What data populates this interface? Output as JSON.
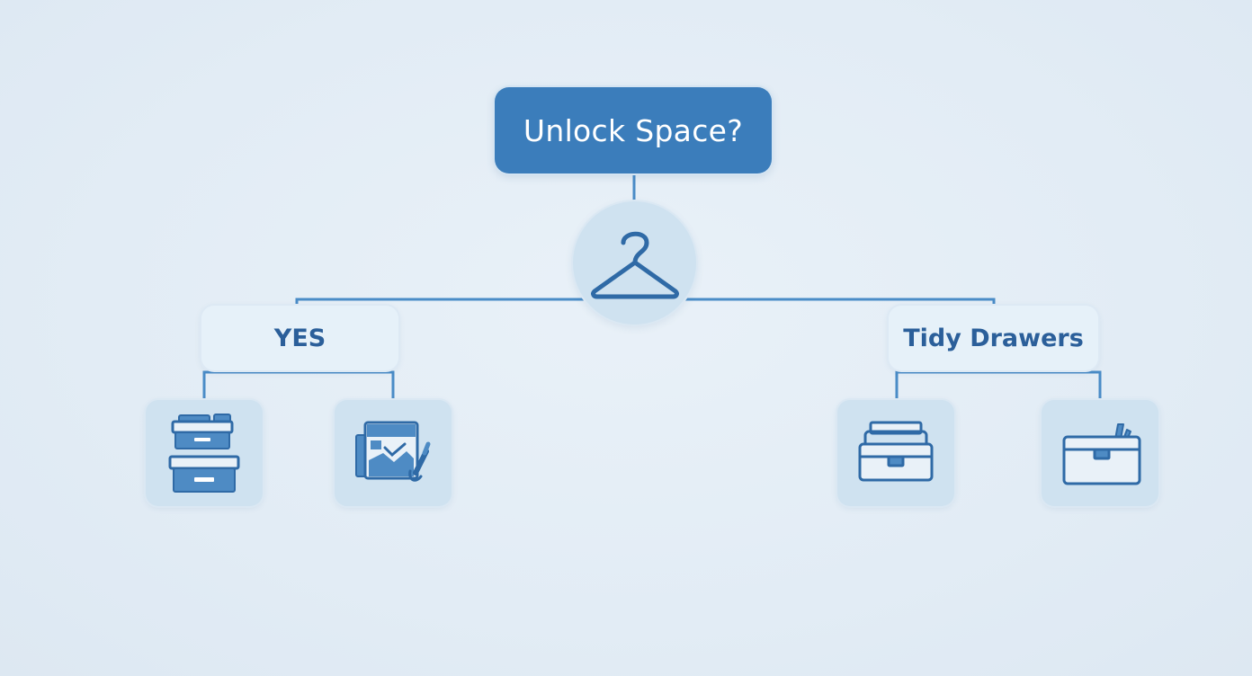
{
  "root": {
    "label": "Unlock Space?"
  },
  "hub": {
    "icon": "hanger-icon"
  },
  "branches": [
    {
      "label": "YES",
      "items": [
        {
          "icon": "stacked-storage-boxes-icon"
        },
        {
          "icon": "photo-frame-paintbrush-icon"
        }
      ]
    },
    {
      "label": "Tidy Drawers",
      "items": [
        {
          "icon": "open-drawer-icon"
        },
        {
          "icon": "drawer-organizer-icon"
        }
      ]
    }
  ],
  "colors": {
    "background": "#e2ecf5",
    "root_fill": "#3b7dbb",
    "connector": "#4a8cc7",
    "icon_dark": "#2f6aa6",
    "icon_fill": "#4e8bc4",
    "label_text": "#2b5f9a",
    "tile_fill": "#cfe2f0"
  }
}
